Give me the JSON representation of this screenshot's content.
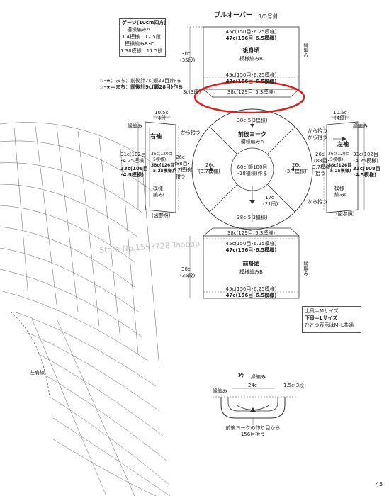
{
  "gauge": {
    "title": "ゲージ(10cm四方)",
    "line1": "模様編みA",
    "line2": "1.4模様　12.5段",
    "line3": "模様編みB･C",
    "line4": "1.38模様　11.5段"
  },
  "pullover": {
    "title": "プルオーバー",
    "hook": "3/0号針"
  },
  "back": {
    "top1": "45c(150目･6.25模様)",
    "top2": "47c(156目･6.5模様)",
    "label": "後身頃",
    "pattern": "模様編みB",
    "bot1": "45c(150目･6.25模様)",
    "bot2": "47c(156目･6.5模様)",
    "bot3": "38c(129目･5.3模様)",
    "height": "30c",
    "height_rows": "(35段)",
    "ribbing": "縁編み",
    "left_small": "3c(3段)"
  },
  "notes": {
    "n1": "☆･★：まち：前後計7c(鎖22目)作る",
    "n2": "☆･★＝まち：前後計9c(鎖28目)作る"
  },
  "right_sleeve": {
    "width": "10.5c",
    "width_rows": "(4段)",
    "ribbing": "縁編み",
    "title": "右袖",
    "pick": "から拾う",
    "h1": "31c(102目",
    "h2": "･4.25模様)",
    "h3": "33c(108目",
    "h4": "･4.5模様)",
    "in1": "36c(120目",
    "in2": "･5模様)",
    "in3": "38c(126目",
    "in4": "･5.25模様)",
    "pattern1": "模様",
    "pattern2": "編みC",
    "ref": "(図参照)"
  },
  "left_sleeve": {
    "width": "10.5c",
    "width_rows": "(4段)",
    "ribbing": "縁編み",
    "title": "左袖",
    "pick1": "から拾う",
    "pick2": "から拾う",
    "pick3": "から拾う",
    "h1": "31c(102目",
    "h2": "･4.25模様)",
    "h3": "33c(108目",
    "h4": "･4.5模様)",
    "in1": "36c(120目",
    "in2": "･5模様)",
    "in3": "38c(126目",
    "in4": "･5.25模様)",
    "pattern1": "模様",
    "pattern2": "編みC",
    "ref": "(図参照)"
  },
  "yoke": {
    "title": "前後ヨーク",
    "pattern": "模様編みA",
    "top": "38c(5.3模様)",
    "bottom": "38c(5.3模様)",
    "center1": "60c(鎖180目",
    "center2": "･18模様)作る",
    "depth1": "17c",
    "depth2": "(21段)",
    "left1": "26c",
    "left2": "(3.7模様)",
    "right1": "26c",
    "right2": "(3.7模様)",
    "lin1": "26c",
    "lin2": "(88目･",
    "lin3": "3.7模様)",
    "lin4": "拾う",
    "rin1": "26c",
    "rin2": "(88目･",
    "rin3": "3.7模様)",
    "rin4": "拾う"
  },
  "front": {
    "top1": "38c(129目･5.3模様)",
    "top2": "45c(150目･6.25模様)",
    "top3": "47c(156目･6.5模様)",
    "label": "前身頃",
    "pattern": "模様編みB",
    "bot1": "45c(150目･6.25模様)",
    "bot2": "47c(156目･6.5模様)",
    "height": "30c",
    "height_rows": "(35段)",
    "ribbing": "縁編み"
  },
  "size_note": {
    "l1": "上段＝Mサイズ",
    "l2": "下段＝Lサイズ",
    "l3": "ひとつ表示はM･L共通"
  },
  "collar": {
    "title": "衿",
    "sub": "縁編み",
    "ribbing": "縁編み",
    "width": "24c",
    "side": "1.5c(3段)",
    "pick1": "前後ヨークの作り目から",
    "pick2": "156目拾う"
  },
  "chart": {
    "label": "左肩線"
  },
  "page_number": "45",
  "watermark": "Store No.1553728 Taobao"
}
